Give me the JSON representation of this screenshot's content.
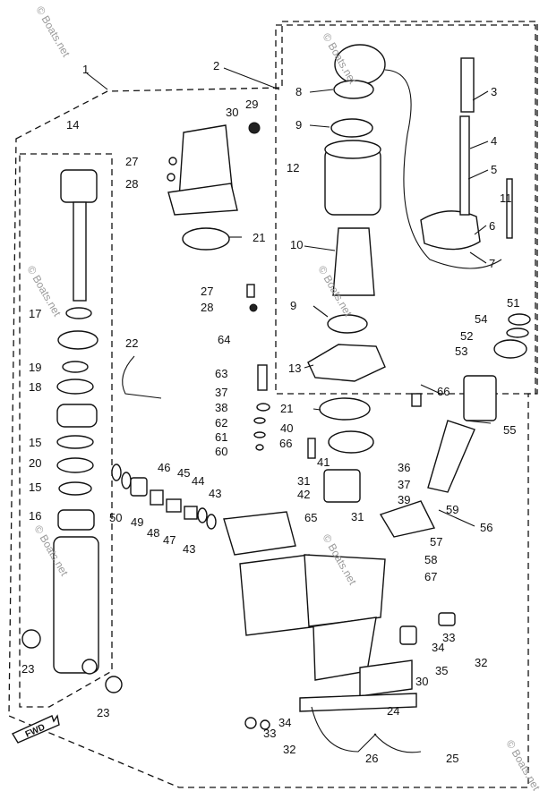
{
  "watermarks": [
    "© Boats.net",
    "© Boats.net",
    "© Boats.net",
    "© Boats.net",
    "© Boats.net",
    "© Boats.net",
    "© Boats.net"
  ],
  "direction_label": "FWD",
  "callouts": [
    "1",
    "2",
    "3",
    "4",
    "5",
    "6",
    "7",
    "8",
    "9",
    "11",
    "12",
    "14",
    "10",
    "9",
    "13",
    "17",
    "19",
    "18",
    "15",
    "20",
    "15",
    "16",
    "27",
    "28",
    "30",
    "29",
    "21",
    "27",
    "28",
    "22",
    "64",
    "63",
    "37",
    "38",
    "62",
    "61",
    "60",
    "21",
    "40",
    "66",
    "66",
    "41",
    "31",
    "42",
    "36",
    "37",
    "39",
    "65",
    "31",
    "51",
    "54",
    "52",
    "53",
    "55",
    "59",
    "56",
    "57",
    "58",
    "67",
    "46",
    "45",
    "44",
    "43",
    "50",
    "49",
    "48",
    "47",
    "43",
    "33",
    "34",
    "32",
    "35",
    "30",
    "24",
    "23",
    "23",
    "34",
    "33",
    "32",
    "26",
    "25"
  ]
}
